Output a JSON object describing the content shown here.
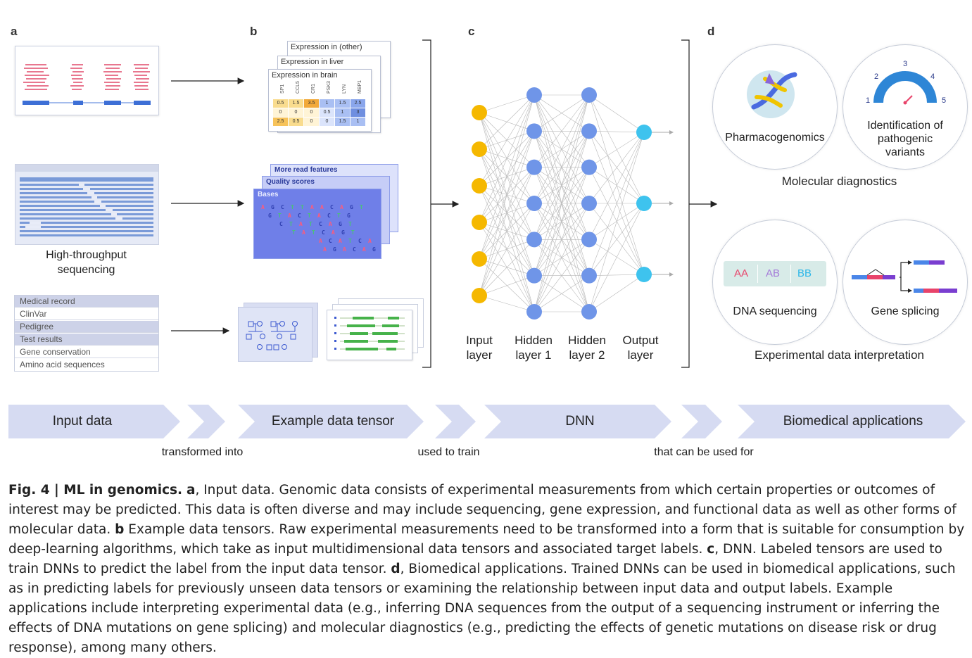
{
  "panels": {
    "a": "a",
    "b": "b",
    "c": "c",
    "d": "d"
  },
  "panel_a": {
    "sequencing_label": "High-throughput\nsequencing",
    "medical_rows": [
      "Medical record",
      "ClinVar",
      "Pedigree",
      "Test results",
      "Gene conservation",
      "Amino acid sequences"
    ]
  },
  "panel_b": {
    "expr_sheets": [
      "Expression in (other)",
      "Expression in liver",
      "Expression in brain"
    ],
    "gene_headers": [
      "SP1",
      "CCL5",
      "CR1",
      "PSK3",
      "LYN",
      "MBP1"
    ],
    "expr_rows": [
      [
        "0.5",
        "1.5",
        "3.5",
        "1",
        "1.5",
        "2.5"
      ],
      [
        "0",
        "0",
        "0",
        "0.5",
        "1",
        "3"
      ],
      [
        "2.5",
        "0.5",
        "0",
        "0",
        "1.5",
        "1"
      ]
    ],
    "seq_sheets": [
      "More read features",
      "Quality scores",
      "Bases"
    ]
  },
  "panel_c": {
    "layers": [
      "Input\nlayer",
      "Hidden\nlayer 1",
      "Hidden\nlayer 2",
      "Output\nlayer"
    ],
    "layer_sizes": [
      6,
      7,
      7,
      3
    ],
    "colors": {
      "input": "#f5b800",
      "hidden": "#6f95e8",
      "output": "#3ec3ee"
    }
  },
  "panel_d": {
    "pharmacogenomics": "Pharmacogenomics",
    "pathogenic": "Identification of\npathogenic\nvariants",
    "gauge_ticks": [
      "1",
      "2",
      "3",
      "4",
      "5"
    ],
    "molecular_diagnostics": "Molecular diagnostics",
    "dna_sequencing": "DNA sequencing",
    "genotypes": [
      "AA",
      "AB",
      "BB"
    ],
    "gene_splicing": "Gene splicing",
    "experimental": "Experimental data interpretation"
  },
  "banner": {
    "steps": [
      "Input data",
      "Example data tensor",
      "DNN",
      "Biomedical applications"
    ],
    "connectors": [
      "transformed into",
      "used to train",
      "that can be used for"
    ]
  },
  "caption": {
    "fig": "Fig. 4 | ML in genomics.",
    "a_letter": "a",
    "a_text": ", Input data. Genomic data consists of experimental measurements from which certain properties or outcomes of interest may be predicted. This data is often diverse and may include sequencing, gene expression, and functional data as well as other forms of molecular data.",
    "b_letter": "b",
    "b_text": " Example data tensors. Raw experimental measurements need to be transformed into a form that is suitable for consumption by deep-learning algorithms, which take as input multidimensional data tensors and associated target labels.",
    "c_letter": "c",
    "c_text": ", DNN. Labeled tensors are used to train DNNs to predict the label from the input data tensor.",
    "d_letter": "d",
    "d_text": ", Biomedical applications. Trained DNNs can be used in biomedical applications, such as in predicting labels for previously unseen data tensors or examining the relationship between input data and output labels. Example applications include interpreting experimental data (e.g., inferring DNA sequences from the output of a sequencing instrument or inferring the effects of DNA mutations on gene splicing) and molecular diagnostics (e.g., predicting the effects of genetic mutations on disease risk or drug response), among many others."
  }
}
